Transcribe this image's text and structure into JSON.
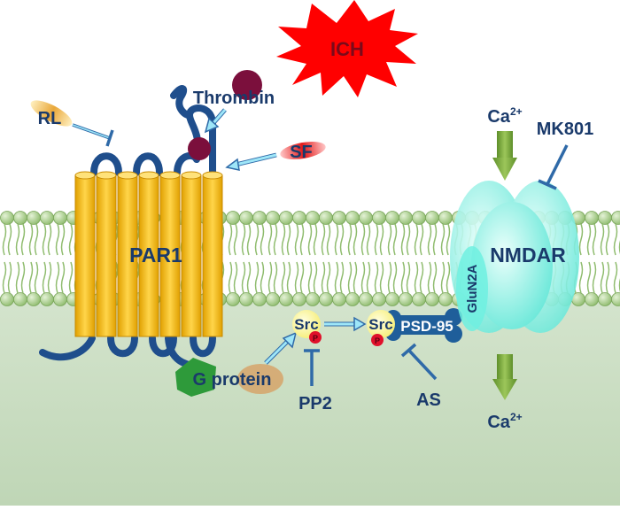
{
  "labels": {
    "ich": "ICH",
    "thrombin": "Thrombin",
    "rl": "RL",
    "sf": "SF",
    "par1": "PAR1",
    "g_protein": "G protein",
    "src1": "Src",
    "src2": "Src",
    "phospho1": "P",
    "phospho2": "P",
    "pp2": "PP2",
    "psd95": "PSD-95",
    "as": "AS",
    "glun2a": "GluN2A",
    "nmdar": "NMDAR",
    "mk801": "MK801",
    "ca_top": "Ca",
    "ca_top_sup": "2+",
    "ca_bottom": "Ca",
    "ca_bottom_sup": "2+"
  },
  "colors": {
    "cytoplasm": "#c9dcc1",
    "membrane_head": "#a7cd83",
    "membrane_tail": "#8fbc6e",
    "par1_helix": "#f9c117",
    "loop": "#1f4e8c",
    "ich_burst": "#ff0000",
    "thrombin": "#7b0f3c",
    "src": "#fff9a8",
    "phospho": "#e0102a",
    "psd95": "#1f5e9a",
    "g_protein": "#2e9a3a",
    "nmdar": "#6ff0e0",
    "ca_arrow": "#7aa83a",
    "cyan_arrow": "#5fd0f0",
    "inhibitor_line": "#2f6aa8"
  }
}
